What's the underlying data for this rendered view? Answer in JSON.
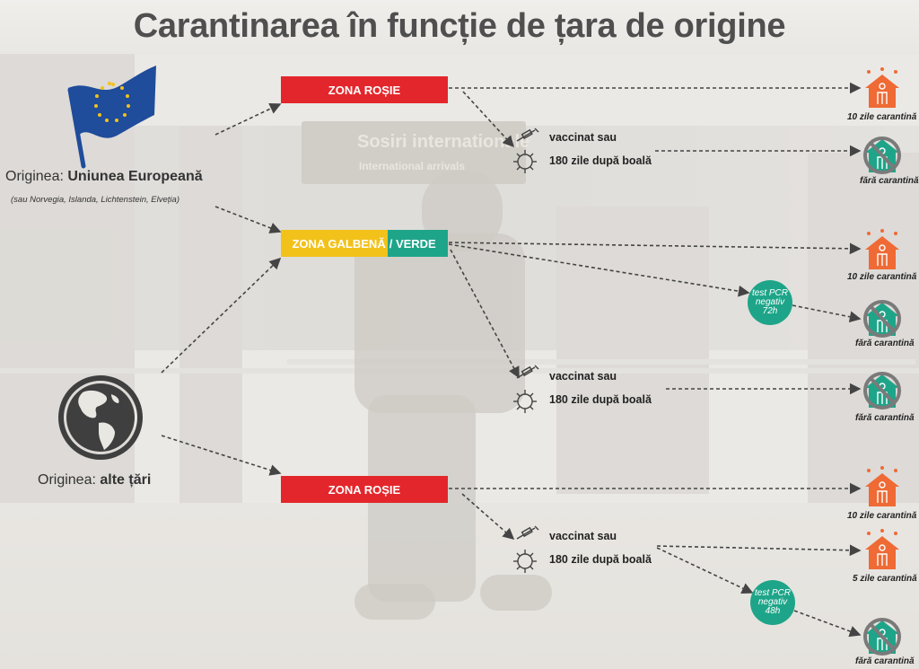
{
  "title": "Carantinarea în funcție de țara de origine",
  "origins": {
    "eu": {
      "prefix": "Originea: ",
      "name": "Uniunea Europeană",
      "note": "(sau Norvegia, Islanda, Lichtenstein, Elveția)",
      "icon": "eu-flag-icon"
    },
    "other": {
      "prefix": "Originea: ",
      "name": "alte țări",
      "icon": "globe-icon"
    }
  },
  "zones": {
    "red_top": "ZONA ROȘIE",
    "yellow": "ZONA GALBENĂ",
    "green": "/ VERDE",
    "red_bottom": "ZONA ROȘIE"
  },
  "vaccinated": {
    "line1": "vaccinat sau",
    "line2": "180 zile după boală"
  },
  "pcr": {
    "a": [
      "test PCR",
      "negativ",
      "72h"
    ],
    "b": [
      "test PCR",
      "negativ",
      "48h"
    ]
  },
  "outcomes": [
    "10 zile carantină",
    "fără carantină",
    "10 zile carantină",
    "fără carantină",
    "fără carantină",
    "10 zile carantină",
    "5 zile carantină",
    "fără carantină"
  ],
  "colors": {
    "red": "#e3262b",
    "yellow": "#f2c21b",
    "green": "#1ea589",
    "house": "#ef6a35",
    "eu_blue": "#1f4c9b"
  }
}
